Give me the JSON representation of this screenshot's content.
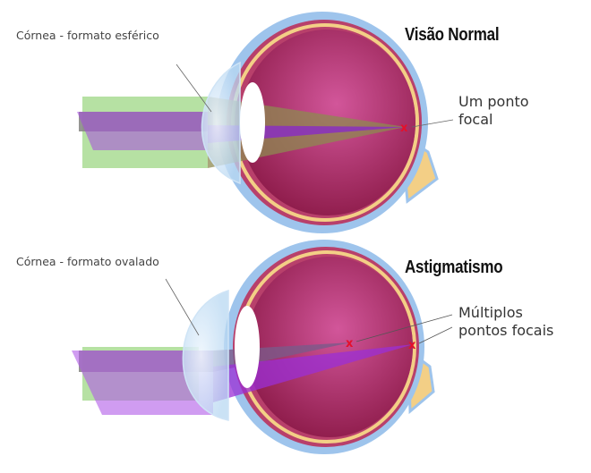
{
  "normal": {
    "title": "Visão Normal",
    "cornea_label": "Córnea - formato esférico",
    "focal_label_line1": "Um ponto",
    "focal_label_line2": "focal"
  },
  "astigmatism": {
    "title": "Astigmatismo",
    "cornea_label": "Córnea - formato ovalado",
    "focal_label_line1": "Múltiplos",
    "focal_label_line2": "pontos focais"
  },
  "colors": {
    "sclera": "#9ec4ec",
    "globe": "#a3265f",
    "retina": "#f3cf86",
    "beam_green": "#a9dc93",
    "beam_gray": "#8a8a86",
    "beam_purple": "#a64ae0",
    "focal_mark": "#e5102a"
  }
}
